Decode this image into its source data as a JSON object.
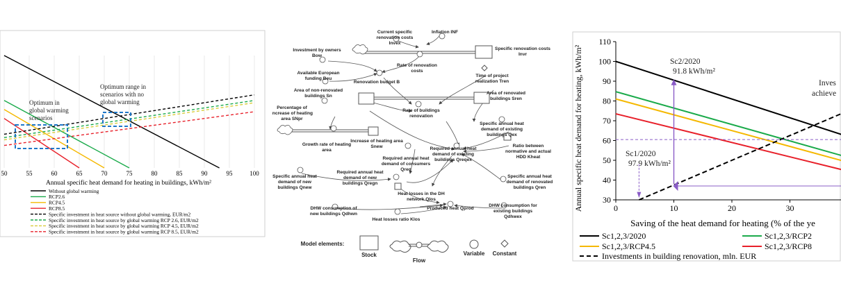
{
  "chart_data": [
    {
      "type": "line",
      "x": [
        50,
        100
      ],
      "xlim": [
        50,
        100
      ],
      "xticks": [
        "50",
        "55",
        "60",
        "65",
        "70",
        "75",
        "80",
        "85",
        "90",
        "95",
        "100"
      ],
      "xlabel": "Annual specific heat demand for heating in buildings, kWh/m²",
      "series": [
        {
          "name": "Without global warming",
          "color": "#000000",
          "dash": false,
          "points": [
            [
              50,
              1.0
            ],
            [
              93,
              0.0
            ]
          ]
        },
        {
          "name": "RCP2.6",
          "color": "#1aaa4a",
          "dash": false,
          "points": [
            [
              50,
              0.6
            ],
            [
              75,
              0.0
            ]
          ]
        },
        {
          "name": "RCP4.5",
          "color": "#f5b800",
          "dash": false,
          "points": [
            [
              50,
              0.52
            ],
            [
              70,
              0.0
            ]
          ]
        },
        {
          "name": "RCP8.5",
          "color": "#e8202a",
          "dash": false,
          "points": [
            [
              50,
              0.44
            ],
            [
              65,
              0.0
            ]
          ]
        },
        {
          "name": "Specific investment in heat source without global warming, EUR/m2",
          "color": "#000000",
          "dash": true,
          "points": [
            [
              50,
              0.3
            ],
            [
              100,
              0.65
            ]
          ]
        },
        {
          "name": "Specific investment in heat source by global warming RCP 2.6, EUR/m2",
          "color": "#1aaa4a",
          "dash": true,
          "points": [
            [
              50,
              0.27
            ],
            [
              100,
              0.6
            ]
          ]
        },
        {
          "name": "Specific investment in heat source by global warming RCP 4.5, EUR/m2",
          "color": "#d8cc3a",
          "dash": true,
          "points": [
            [
              50,
              0.25
            ],
            [
              100,
              0.58
            ]
          ]
        },
        {
          "name": "Specific investment in heat source by global warming RCP 8.5, EUR/m2",
          "color": "#e8202a",
          "dash": true,
          "points": [
            [
              50,
              0.2
            ],
            [
              100,
              0.5
            ]
          ]
        }
      ],
      "annotations": [
        {
          "text": [
            "Optimum in",
            "global warming",
            "scenarios"
          ]
        },
        {
          "text": [
            "Optimum range in",
            "scenarios with no",
            "global warming"
          ]
        }
      ]
    },
    {
      "type": "line",
      "xlim": [
        0,
        40
      ],
      "ylim": [
        30,
        110
      ],
      "xticks": [
        0,
        10,
        20,
        30
      ],
      "yticks": [
        30,
        40,
        50,
        60,
        70,
        80,
        90,
        100,
        110
      ],
      "xlabel": "Saving of the heat demand for heating (% of the ye",
      "ylabel": "Annual specific heat demand for heating, kWh/m²",
      "series": [
        {
          "name": "Sc1,2,3/2020",
          "color": "#000000",
          "dash": false,
          "points": [
            [
              0,
              100
            ],
            [
              40,
              62
            ]
          ]
        },
        {
          "name": "Sc1,2,3/RCP2",
          "color": "#1aaa4a",
          "dash": false,
          "points": [
            [
              0,
              84.7
            ],
            [
              40,
              51.5
            ]
          ]
        },
        {
          "name": "Sc1,2,3/RCP4.5",
          "color": "#f5b800",
          "dash": false,
          "points": [
            [
              0,
              81
            ],
            [
              40,
              49
            ]
          ]
        },
        {
          "name": "Sc1,2,3/RCP8",
          "color": "#e8202a",
          "dash": false,
          "points": [
            [
              0,
              73.5
            ],
            [
              40,
              44.5
            ]
          ]
        },
        {
          "name": "Investments in building renovation, mln. EUR",
          "color": "#000000",
          "dash": true,
          "points": [
            [
              4,
              30
            ],
            [
              40,
              75
            ]
          ]
        }
      ],
      "annotations": [
        {
          "text": "Sc2/2020",
          "value": "91.8 kWh/m²"
        },
        {
          "text": "Sc1/2020",
          "value": "97.9 kWh/m²"
        },
        {
          "text": "Inves",
          "text2": "achieve"
        }
      ]
    }
  ],
  "diagram": {
    "nodes": [
      "Current specific renovation costs Invex",
      "Inflation INF",
      "Investment by owners Bow",
      "Specific renovation costs Invr",
      "Rate of renovation costs",
      "Available European funding Beu",
      "Renovation budget B",
      "Time of project realization Tren",
      "Area of non-renovated buildings Sn",
      "Area of renovated buildings Sren",
      "Percentage of increase of heating area SNpr",
      "Rate of buildings renovation",
      "Specific annual heat demand of existing buildings Qex",
      "Growth rate of heating area",
      "Increase of heating area Snew",
      "Required annual heat demand of existing buildings Qreqex",
      "Ratio between normative and actual HDD Kheat",
      "Required annual heat demand of consumers Qreq",
      "Specific annual heat demand of new buildings Qnew",
      "Required annual heat demand of new buildings Qreqn",
      "Specific annual heat demand of renovated buildings Qren",
      "Heat losses in the DH network Qlos",
      "DHW consumption of new buildings Qdhwn",
      "Produced heat Qprod",
      "DHW consumption for existing buildings Qdhwex",
      "Heat losses ratio Klos"
    ],
    "legend_title": "Model elements:",
    "legend": [
      "Stock",
      "Flow",
      "Variable",
      "Constant"
    ]
  }
}
